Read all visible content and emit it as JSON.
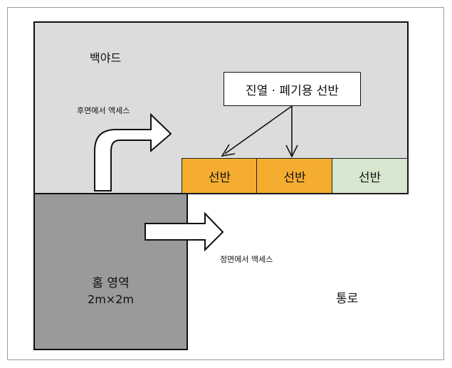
{
  "backyard_label": "백야드",
  "display_disposal_shelf_label": "진열 · 폐기용 선반",
  "rear_access_label": "후면에서 액세스",
  "front_access_label": "정면에서 액세스",
  "home_area": {
    "label": "홈 영역",
    "size": "2m×2m"
  },
  "aisle_label": "통로",
  "shelves": [
    {
      "label": "선반",
      "color": "#f5ad30"
    },
    {
      "label": "선반",
      "color": "#f5ad30"
    },
    {
      "label": "선반",
      "color": "#d6e6cf"
    }
  ],
  "colors": {
    "backyard": "#dcdcdc",
    "home_area": "#9a9a9a",
    "frame": "#9a9a9a"
  }
}
